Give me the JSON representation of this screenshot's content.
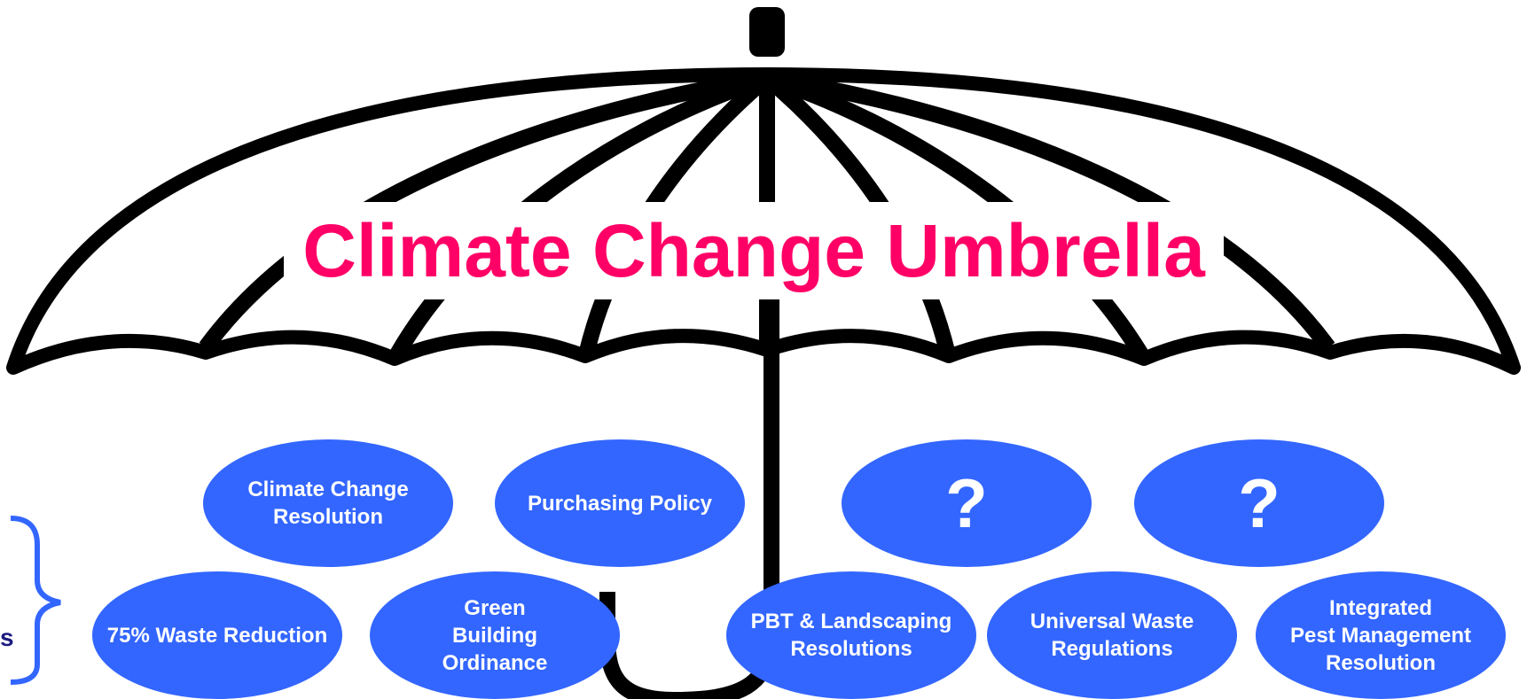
{
  "title": "Climate Change Umbrella",
  "colors": {
    "title": "#ff0066",
    "oval_fill": "#3366ff",
    "oval_text": "#ffffff",
    "umbrella_stroke": "#000000",
    "brace": "#3366ff",
    "side_label": "#1a1a80"
  },
  "ovals": [
    {
      "label": "Climate Change\nResolution"
    },
    {
      "label": "Purchasing Policy"
    },
    {
      "label": "?"
    },
    {
      "label": "?"
    },
    {
      "label": "75% Waste Reduction"
    },
    {
      "label": "Green\nBuilding\nOrdinance"
    },
    {
      "label": "PBT & Landscaping\nResolutions"
    },
    {
      "label": "Universal Waste\nRegulations"
    },
    {
      "label": "Integrated\nPest Management\nResolution"
    }
  ],
  "side_label": "s"
}
